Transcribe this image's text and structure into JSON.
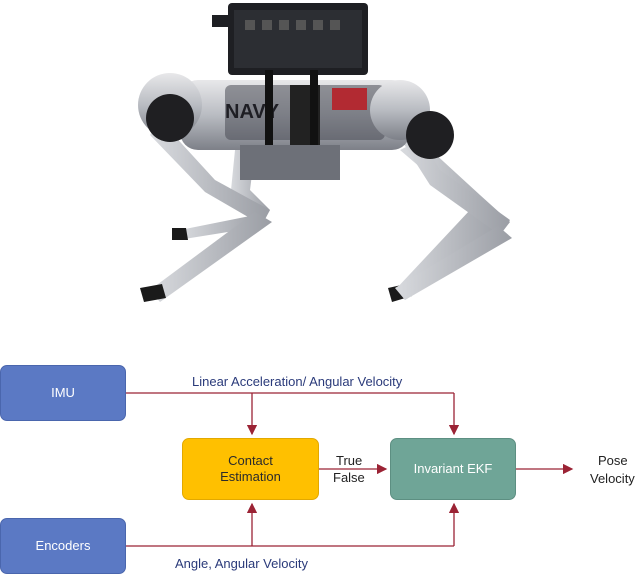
{
  "blocks": {
    "imu": "IMU",
    "encoders": "Encoders",
    "contact_line1": "Contact",
    "contact_line2": "Estimation",
    "ekf": "Invariant EKF"
  },
  "labels": {
    "linear": "Linear Acceleration/ Angular Velocity",
    "angle": "Angle, Angular Velocity",
    "true": "True",
    "false": "False",
    "pose": "Pose",
    "velocity": "Velocity"
  },
  "colors": {
    "imu": "#5b79c4",
    "encoders": "#5b79c4",
    "contact": "#ffc000",
    "ekf": "#6fa597",
    "arrow": "#9b2335"
  },
  "robot_decal": "NAVY"
}
